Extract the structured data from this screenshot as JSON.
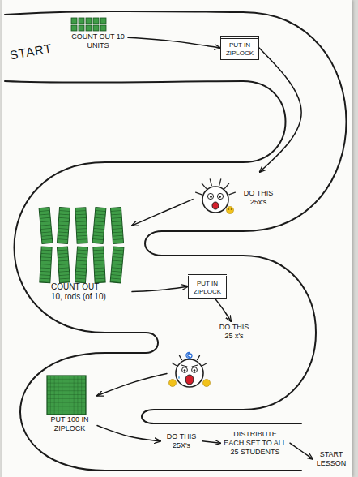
{
  "diagram": {
    "nodes": [
      {
        "text": [
          "COUNT OUT 10 UNITS"
        ]
      },
      {
        "text": [
          "PUT IN ZIPLOCK"
        ]
      },
      {
        "text": [
          "DO THIS 25x's"
        ]
      },
      {
        "text": [
          "COUNT OUT 10, rods (of 10)"
        ]
      },
      {
        "text": [
          "PUT IN ZIPLOCK"
        ]
      },
      {
        "text": [
          "DO THIS 25 x's"
        ]
      },
      {
        "text": [
          "PUT 100 IN ZIPLOCK"
        ]
      },
      {
        "text": [
          "DO THIS 25X's"
        ]
      },
      {
        "text": [
          "DISTRIBUTE EACH SET TO ALL 25 STUDENTS"
        ]
      },
      {
        "text": [
          "START LESSON"
        ]
      }
    ],
    "edges": [
      {
        "from": 0,
        "to": 1,
        "arrow": "to"
      },
      {
        "from": 1,
        "to": 2,
        "arrow": "to"
      },
      {
        "from": 2,
        "to": 3,
        "arrow": "to"
      },
      {
        "from": 3,
        "to": 4,
        "arrow": "to"
      },
      {
        "from": 4,
        "to": 5,
        "arrow": "to"
      },
      {
        "from": 5,
        "to": 6,
        "arrow": "to"
      },
      {
        "from": 6,
        "to": 7,
        "arrow": "to"
      },
      {
        "from": 7,
        "to": 8,
        "arrow": "to"
      },
      {
        "from": 8,
        "to": 9,
        "arrow": "to"
      }
    ],
    "labels": [
      "START"
    ]
  }
}
